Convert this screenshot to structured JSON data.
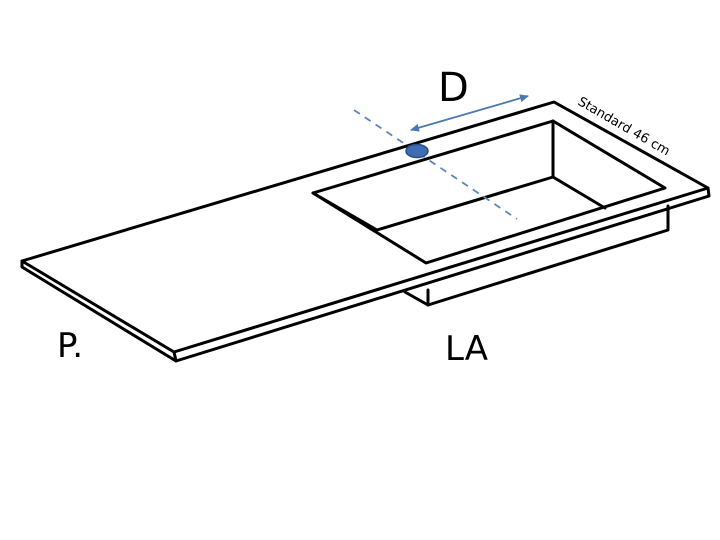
{
  "labels": {
    "depth_marker": "D",
    "standard_depth": "Standard 46 cm",
    "left_side": "P.",
    "basin_width": "LA"
  },
  "colors": {
    "outline": "#000000",
    "dimension_line": "#4A78B0",
    "tap_hole_fill": "#3E6DB3",
    "tap_hole_stroke": "#2A4F86",
    "centerline": "#5B86BC"
  }
}
